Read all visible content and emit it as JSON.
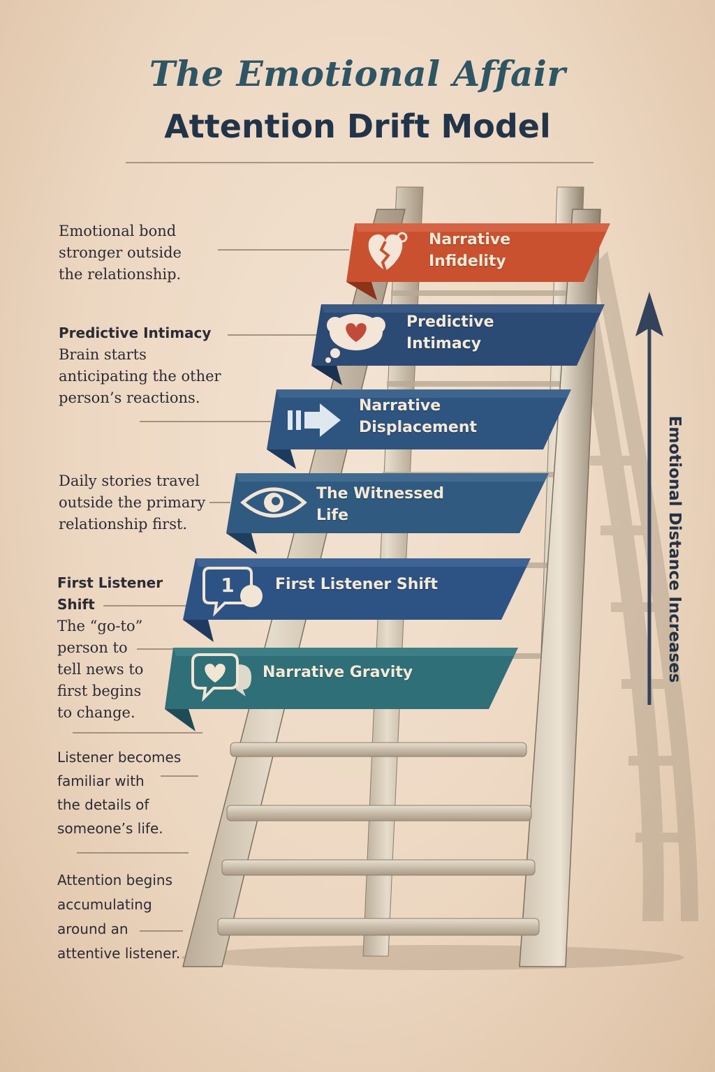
{
  "title": {
    "line1": "The Emotional Affair",
    "line2": "Attention Drift Model"
  },
  "colors": {
    "background": "#ecd7c1",
    "title_teal": "#2d5563",
    "title_navy": "#223548",
    "sign_red": "#c9512f",
    "sign_navy": "#2b4a74",
    "sign_blue": "#305a80",
    "sign_teal": "#2f6f78"
  },
  "stages": [
    {
      "label": "Narrative Infidelity",
      "icon": "broken-heart-icon",
      "color": "#c9512f"
    },
    {
      "label": "Predictive Intimacy",
      "icon": "thought-bubble-heart-icon",
      "color": "#2b4a74"
    },
    {
      "label": "Narrative Displacement",
      "icon": "arrow-right-icon",
      "color": "#2e5580"
    },
    {
      "label": "The Witnessed Life",
      "icon": "eye-icon",
      "color": "#305a80"
    },
    {
      "label": "First Listener Shift",
      "icon": "chat-number-one-icon",
      "color": "#2d5384"
    },
    {
      "label": "Narrative Gravity",
      "icon": "chat-heart-icon",
      "color": "#2f6f78"
    }
  ],
  "annotations": {
    "infidelity": {
      "lines": [
        "Emotional bond",
        "stronger outside",
        "the relationship."
      ]
    },
    "predictive": {
      "heading": "Predictive Intimacy",
      "lines": [
        "Brain starts",
        "anticipating the other",
        "person’s reactions."
      ]
    },
    "daily": {
      "lines": [
        "Daily stories travel",
        "outside the primary",
        "relationship first."
      ]
    },
    "first_listener": {
      "heading_lines": [
        "First Listener",
        "Shift"
      ],
      "lines": [
        "The “go-to”",
        "person to",
        "tell news to",
        "first begins",
        "to change."
      ]
    },
    "familiar": {
      "lines": [
        "Listener becomes",
        "familiar with",
        "the details of",
        "someone’s life."
      ]
    },
    "attention": {
      "lines": [
        "Attention begins",
        "accumulating",
        "around an",
        "attentive listener."
      ]
    }
  },
  "side_axis": {
    "label": "Emotional Distance Increases"
  }
}
